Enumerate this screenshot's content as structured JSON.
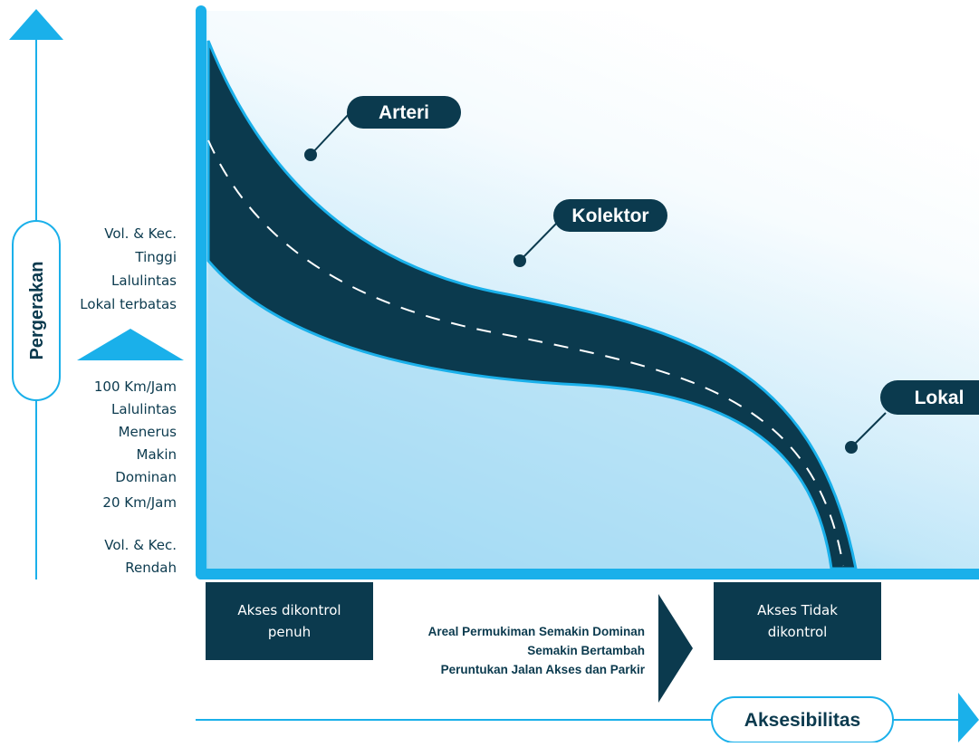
{
  "axes": {
    "y_title": "Pergerakan",
    "x_title": "Aksesibilitas"
  },
  "y_labels": {
    "upper": [
      "Vol. & Kec.",
      "Tinggi",
      "Lalulintas",
      "Lokal terbatas"
    ],
    "middle": [
      "100 Km/Jam",
      "Lalulintas",
      "Menerus",
      "Makin",
      "Dominan",
      "20 Km/Jam"
    ],
    "lower": [
      "Vol. & Kec.",
      "Rendah"
    ]
  },
  "road_labels": {
    "arteri": "Arteri",
    "kolektor": "Kolektor",
    "lokal": "Lokal"
  },
  "bottom": {
    "left_box": "Akses dikontrol penuh",
    "right_box": "Akses Tidak dikontrol",
    "areal_lines": [
      "Areal Permukiman Semakin Dominan",
      "Semakin Bertambah",
      "Peruntukan Jalan Akses dan Parkir"
    ]
  },
  "colors": {
    "primary_blue": "#1ab0ea",
    "dark_navy": "#0b3a4e",
    "light_blue": "#d6effb"
  }
}
